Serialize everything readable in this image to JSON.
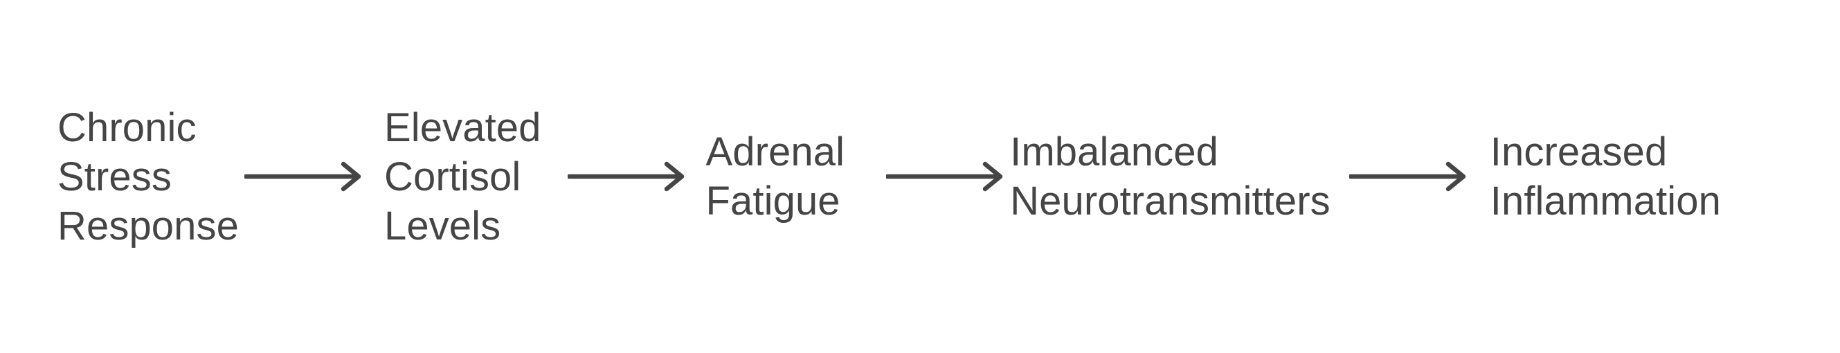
{
  "diagram": {
    "type": "linear-flowchart",
    "orientation": "horizontal",
    "background_color": "#ffffff",
    "text_color": "#454545",
    "arrow_color": "#454545",
    "nodes": [
      {
        "id": "node-1",
        "name": "chronic-stress-response",
        "text": "Chronic Stress Response",
        "lines": [
          "Chronic",
          "Stress",
          "Response"
        ]
      },
      {
        "id": "node-2",
        "name": "elevated-cortisol-levels",
        "text": "Elevated Cortisol Levels",
        "lines": [
          "Elevated",
          "Cortisol",
          "Levels"
        ]
      },
      {
        "id": "node-3",
        "name": "adrenal-fatigue",
        "text": "Adrenal Fatigue",
        "lines": [
          "Adrenal",
          "Fatigue"
        ]
      },
      {
        "id": "node-4",
        "name": "imbalanced-neurotransmitters",
        "text": "Imbalanced Neurotransmitters",
        "lines": [
          "Imbalanced",
          "Neurotransmitters"
        ]
      },
      {
        "id": "node-5",
        "name": "increased-inflammation",
        "text": "Increased Inflammation",
        "lines": [
          "Increased",
          "Inflammation"
        ]
      }
    ],
    "connectors": [
      {
        "id": "arrow-1",
        "icon": "arrow-right-icon",
        "from": "node-1",
        "to": "node-2"
      },
      {
        "id": "arrow-2",
        "icon": "arrow-right-icon",
        "from": "node-2",
        "to": "node-3"
      },
      {
        "id": "arrow-3",
        "icon": "arrow-right-icon",
        "from": "node-3",
        "to": "node-4"
      },
      {
        "id": "arrow-4",
        "icon": "arrow-right-icon",
        "from": "node-4",
        "to": "node-5"
      }
    ]
  }
}
